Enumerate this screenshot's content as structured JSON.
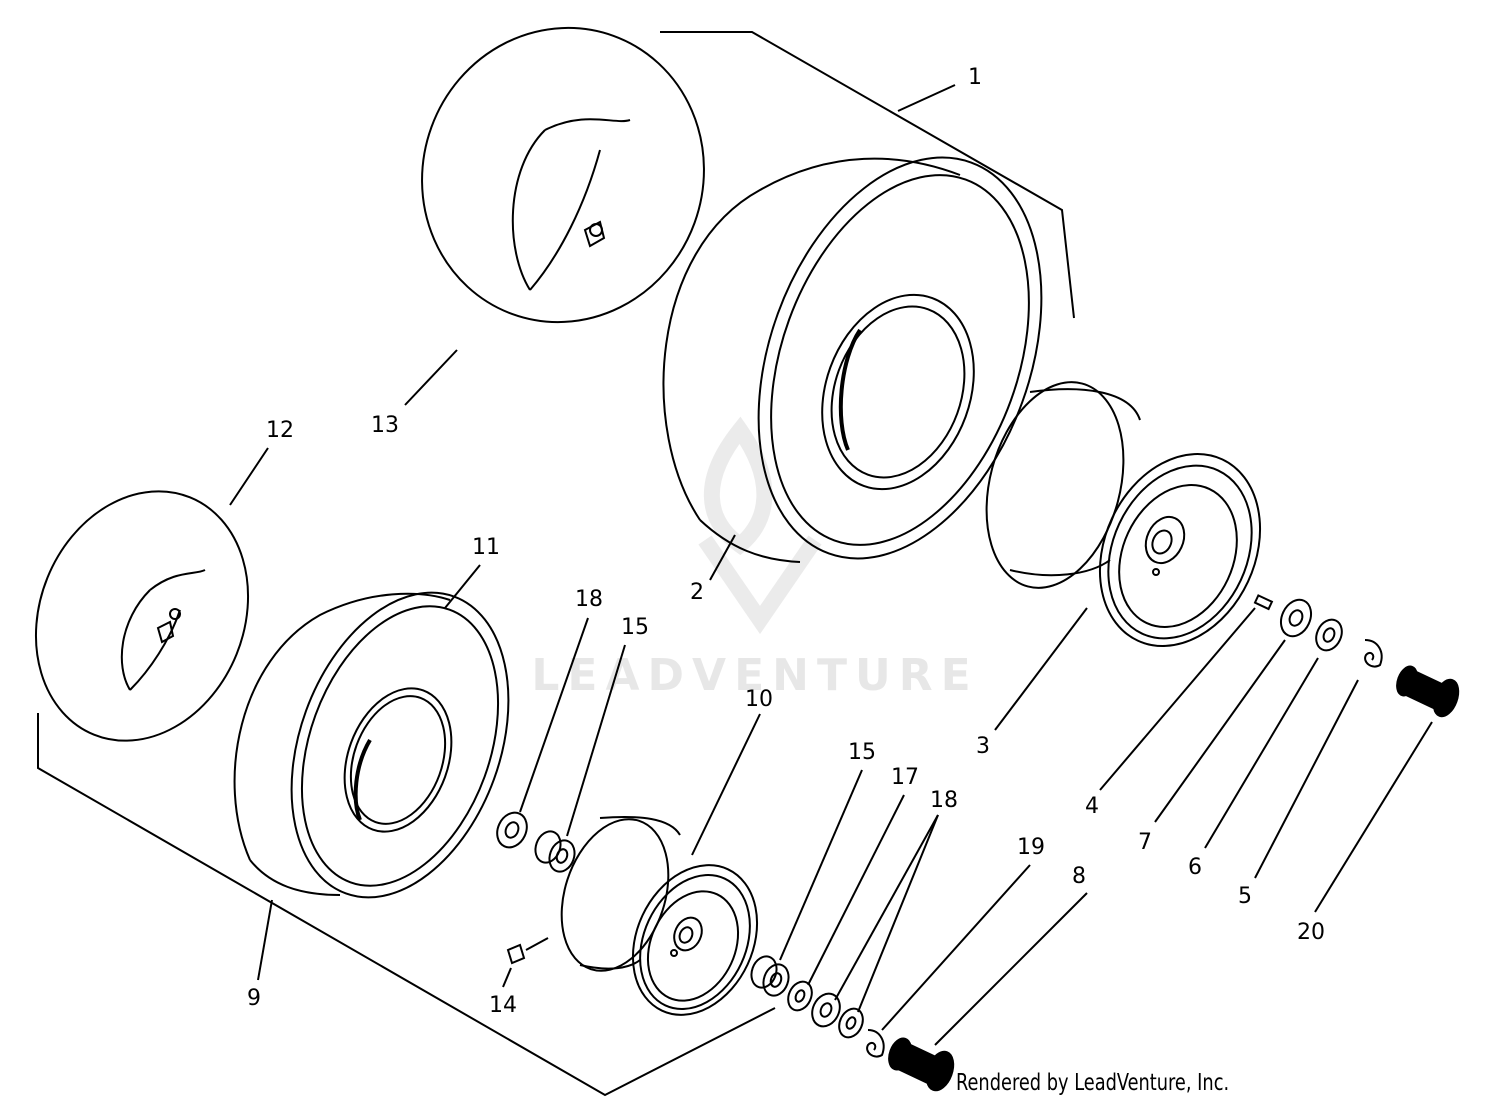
{
  "diagram": {
    "credit": "Rendered by LeadVenture, Inc.",
    "watermark": "LEADVENTURE",
    "callouts": [
      {
        "id": "c1",
        "label": "1"
      },
      {
        "id": "c2",
        "label": "2"
      },
      {
        "id": "c3",
        "label": "3"
      },
      {
        "id": "c4",
        "label": "4"
      },
      {
        "id": "c5",
        "label": "5"
      },
      {
        "id": "c6",
        "label": "6"
      },
      {
        "id": "c7",
        "label": "7"
      },
      {
        "id": "c8",
        "label": "8"
      },
      {
        "id": "c9",
        "label": "9"
      },
      {
        "id": "c10",
        "label": "10"
      },
      {
        "id": "c11",
        "label": "11"
      },
      {
        "id": "c12",
        "label": "12"
      },
      {
        "id": "c13",
        "label": "13"
      },
      {
        "id": "c14",
        "label": "14"
      },
      {
        "id": "c15a",
        "label": "15"
      },
      {
        "id": "c15b",
        "label": "15"
      },
      {
        "id": "c17",
        "label": "17"
      },
      {
        "id": "c18a",
        "label": "18"
      },
      {
        "id": "c18b",
        "label": "18"
      },
      {
        "id": "c19",
        "label": "19"
      },
      {
        "id": "c20",
        "label": "20"
      }
    ]
  }
}
